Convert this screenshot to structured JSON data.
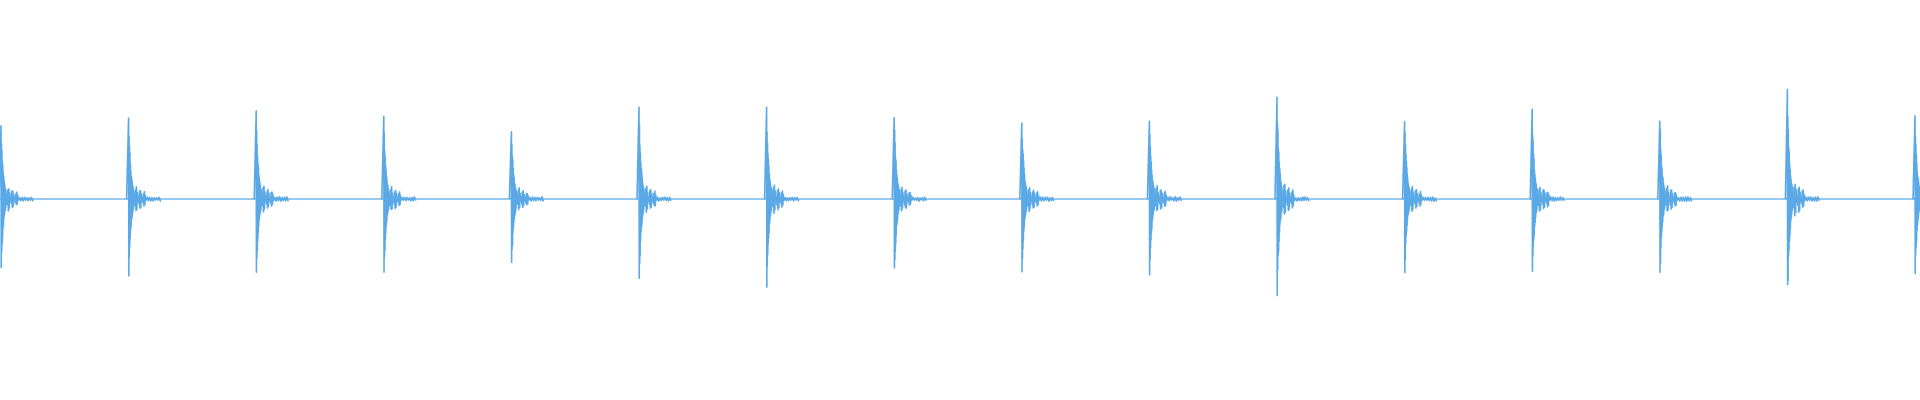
{
  "waveform": {
    "color": "#5aa9e6",
    "pulse_count": 16,
    "pulse_peaks": [
      0.88,
      0.95,
      1.0,
      0.92,
      0.82,
      1.03,
      1.07,
      0.97,
      0.95,
      0.99,
      1.19,
      0.94,
      1.0,
      0.96,
      1.22,
      0.96
    ],
    "pulse_troughs": [
      0.9,
      0.95,
      1.03,
      0.95,
      0.88,
      1.06,
      1.13,
      0.99,
      0.97,
      1.03,
      1.2,
      0.93,
      1.01,
      0.97,
      1.23,
      0.95
    ]
  }
}
